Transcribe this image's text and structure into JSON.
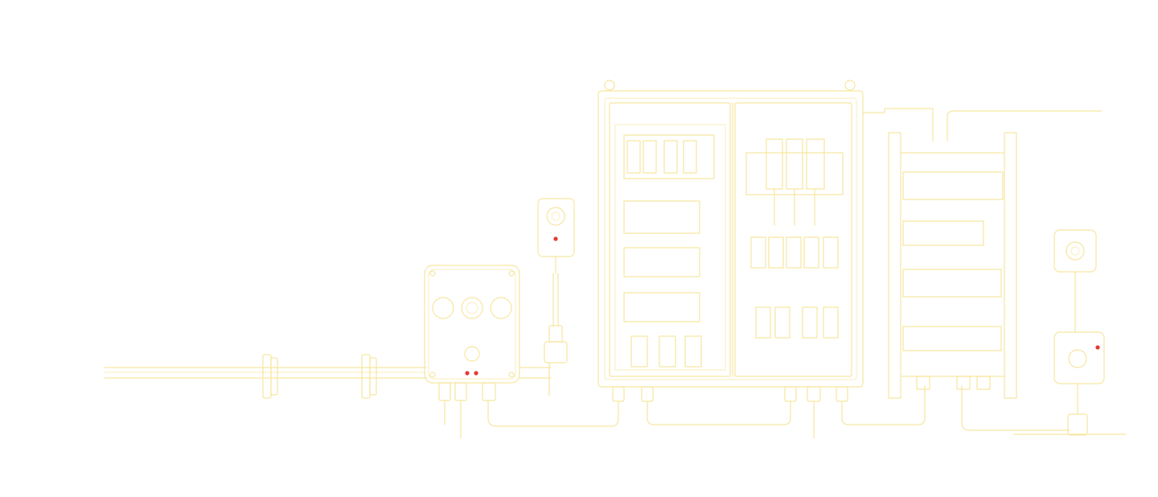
{
  "colors": {
    "background": "#ffffff",
    "line": "#f7e6a0",
    "line_faint": "#fbf1c8",
    "indicator": "#e53935"
  },
  "illustration": {
    "components": [
      {
        "name": "pipeline",
        "icon": "pipe-icon"
      },
      {
        "name": "junction-box",
        "icon": "junction-box-icon"
      },
      {
        "name": "sensor-left",
        "icon": "sensor-icon"
      },
      {
        "name": "main-control-cabinet",
        "icon": "control-cabinet-icon"
      },
      {
        "name": "open-rack",
        "icon": "rack-icon"
      },
      {
        "name": "sensor-right-upper",
        "icon": "sensor-icon"
      },
      {
        "name": "sensor-right-lower",
        "icon": "sensor-icon"
      }
    ],
    "status_lights": 4
  }
}
